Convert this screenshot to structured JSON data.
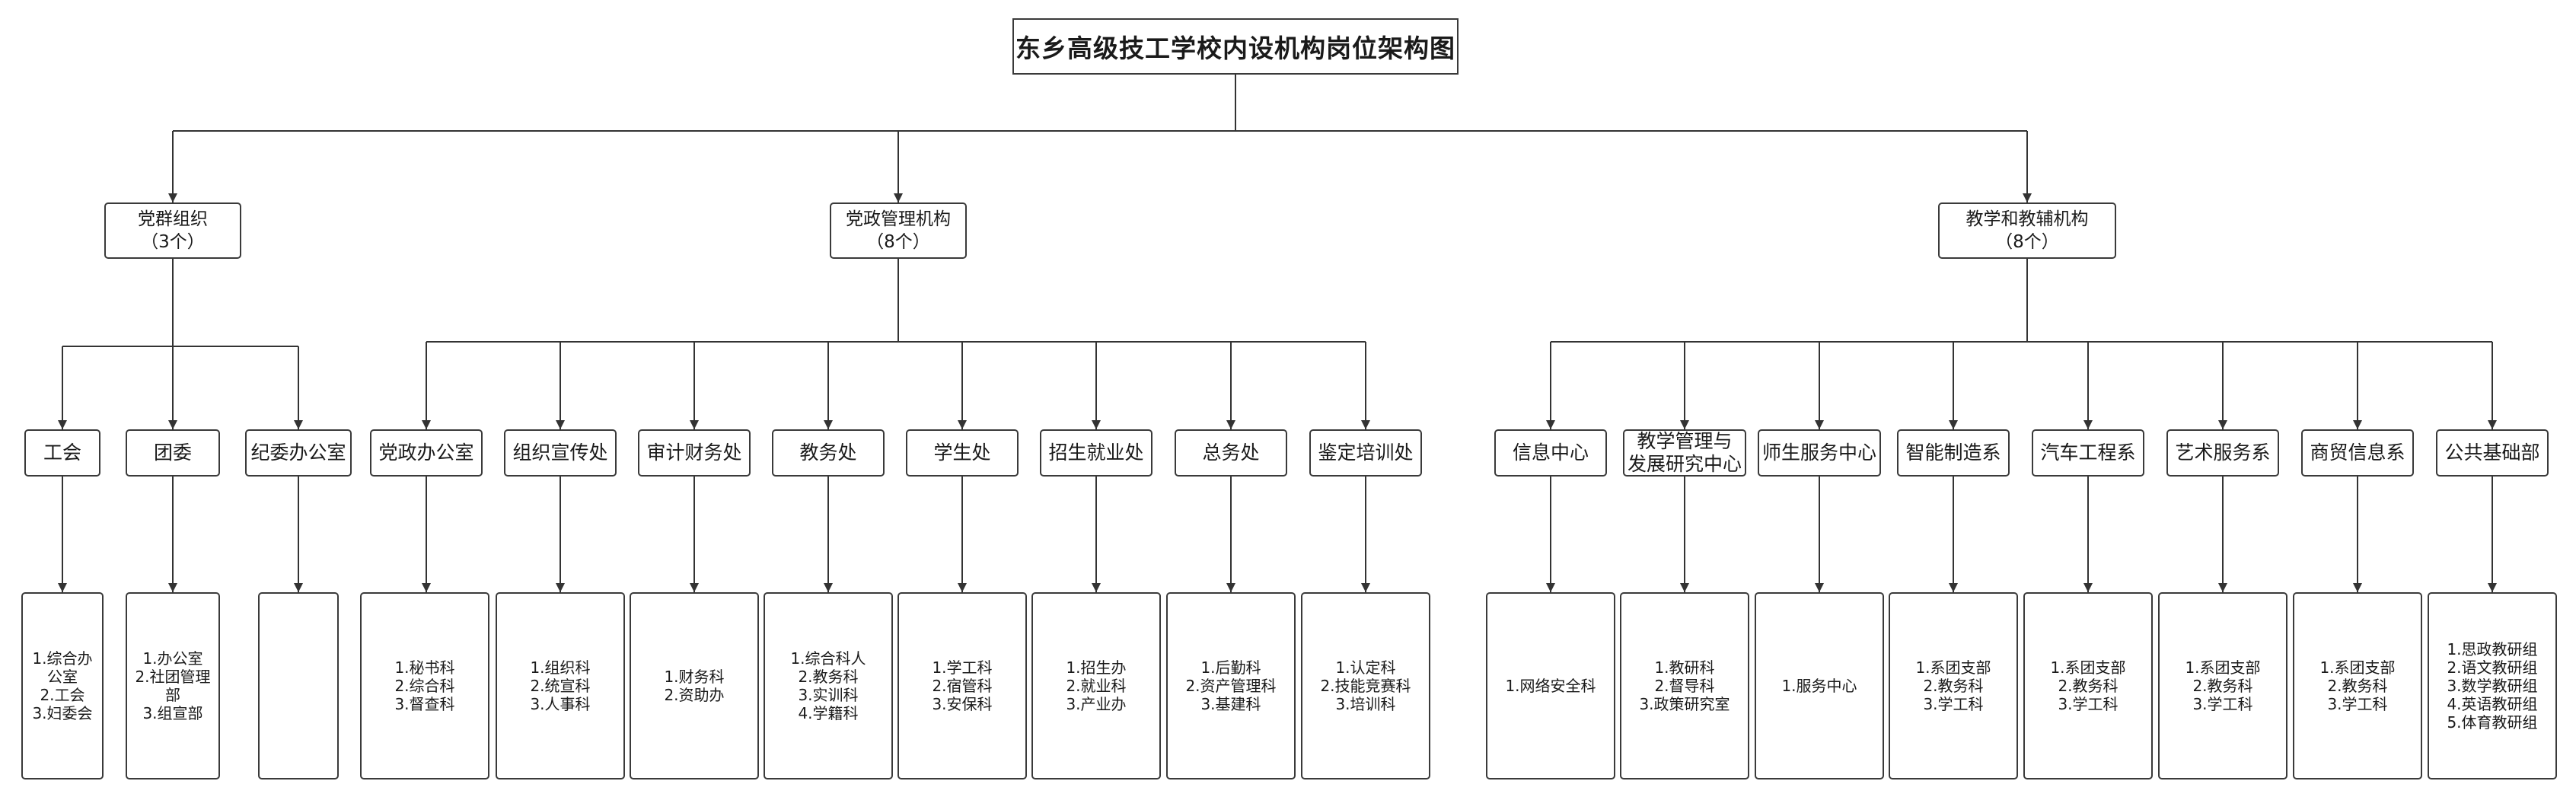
{
  "title": "东乡高级技工学校内设机构岗位架构图",
  "categories": [
    {
      "name": "党群组织",
      "count": "（3个）",
      "depts": [
        {
          "name": [
            "工会"
          ],
          "items": [
            "1.综合办",
            "公室",
            "2.工会",
            "3.妇委会"
          ]
        },
        {
          "name": [
            "团委"
          ],
          "items": [
            "1.办公室",
            "2.社团管理",
            "部",
            "3.组宣部"
          ]
        },
        {
          "name": [
            "纪委办公室"
          ],
          "items": []
        }
      ]
    },
    {
      "name": "党政管理机构",
      "count": "（8个）",
      "depts": [
        {
          "name": [
            "党政办公室"
          ],
          "items": [
            "1.秘书科",
            "2.综合科",
            "3.督查科"
          ]
        },
        {
          "name": [
            "组织宣传处"
          ],
          "items": [
            "1.组织科",
            "2.统宣科",
            "3.人事科"
          ]
        },
        {
          "name": [
            "审计财务处"
          ],
          "items": [
            "1.财务科",
            "2.资助办"
          ]
        },
        {
          "name": [
            "教务处"
          ],
          "items": [
            "1.综合科人",
            "2.教务科",
            "3.实训科",
            "4.学籍科"
          ]
        },
        {
          "name": [
            "学生处"
          ],
          "items": [
            "1.学工科",
            "2.宿管科",
            "3.安保科"
          ]
        },
        {
          "name": [
            "招生就业处"
          ],
          "items": [
            "1.招生办",
            "2.就业科",
            "3.产业办"
          ]
        },
        {
          "name": [
            "总务处"
          ],
          "items": [
            "1.后勤科",
            "2.资产管理科",
            "3.基建科"
          ]
        },
        {
          "name": [
            "鉴定培训处"
          ],
          "items": [
            "1.认定科",
            "2.技能竞赛科",
            "3.培训科"
          ]
        }
      ]
    },
    {
      "name": "教学和教辅机构",
      "count": "（8个）",
      "depts": [
        {
          "name": [
            "信息中心"
          ],
          "items": [
            "1.网络安全科"
          ]
        },
        {
          "name": [
            "教学管理与",
            "发展研究中心"
          ],
          "items": [
            "1.教研科",
            "2.督导科",
            "3.政策研究室"
          ]
        },
        {
          "name": [
            "师生服务中心"
          ],
          "items": [
            "1.服务中心"
          ]
        },
        {
          "name": [
            "智能制造系"
          ],
          "items": [
            "1.系团支部",
            "2.教务科",
            "3.学工科"
          ]
        },
        {
          "name": [
            "汽车工程系"
          ],
          "items": [
            "1.系团支部",
            "2.教务科",
            "3.学工科"
          ]
        },
        {
          "name": [
            "艺术服务系"
          ],
          "items": [
            "1.系团支部",
            "2.教务科",
            "3.学工科"
          ]
        },
        {
          "name": [
            "商贸信息系"
          ],
          "items": [
            "1.系团支部",
            "2.教务科",
            "3.学工科"
          ]
        },
        {
          "name": [
            "公共基础部"
          ],
          "items": [
            "1.思政教研组",
            "2.语文教研组",
            "3.数学教研组",
            "4.英语教研组",
            "5.体育教研组"
          ]
        }
      ]
    }
  ]
}
